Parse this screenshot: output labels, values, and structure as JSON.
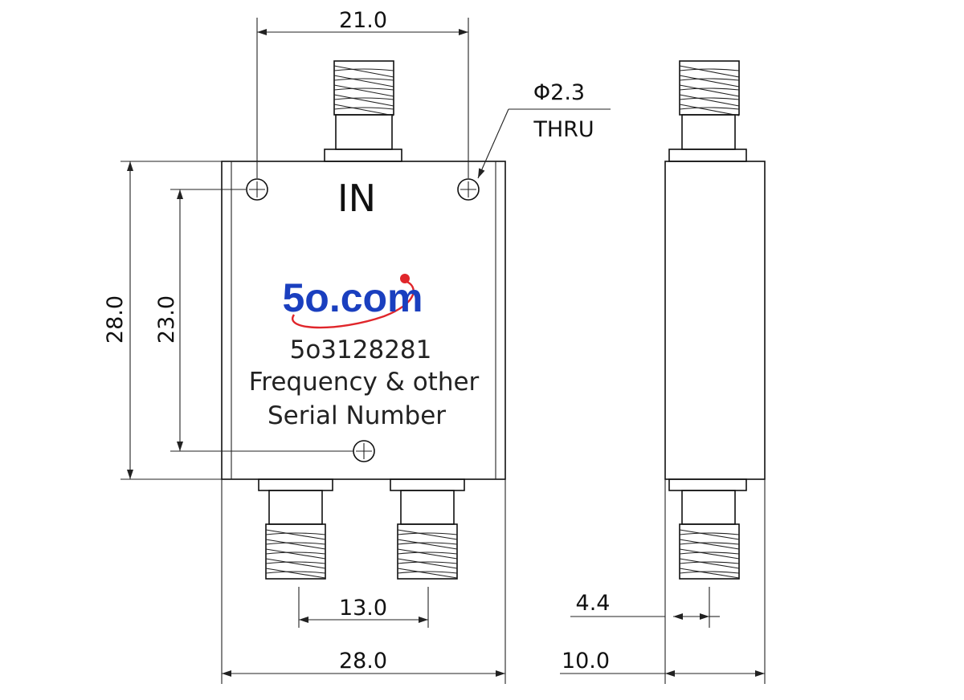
{
  "labels": {
    "port_in": "IN",
    "brand_name": "5o.com",
    "part_number": "5o3128281",
    "line1": "Frequency & other",
    "line2": "Serial Number",
    "hole_spec_1": "Φ2.3",
    "hole_spec_2": "THRU"
  },
  "dimensions": {
    "hole_spacing_top": "21.0",
    "body_height": "28.0",
    "hole_spacing_vertical": "23.0",
    "output_spacing": "13.0",
    "body_width": "28.0",
    "side_offset": "4.4",
    "body_depth": "10.0"
  },
  "colors": {
    "line": "#111111",
    "brand_blue": "#1a3fbf",
    "brand_red": "#e0262b"
  }
}
